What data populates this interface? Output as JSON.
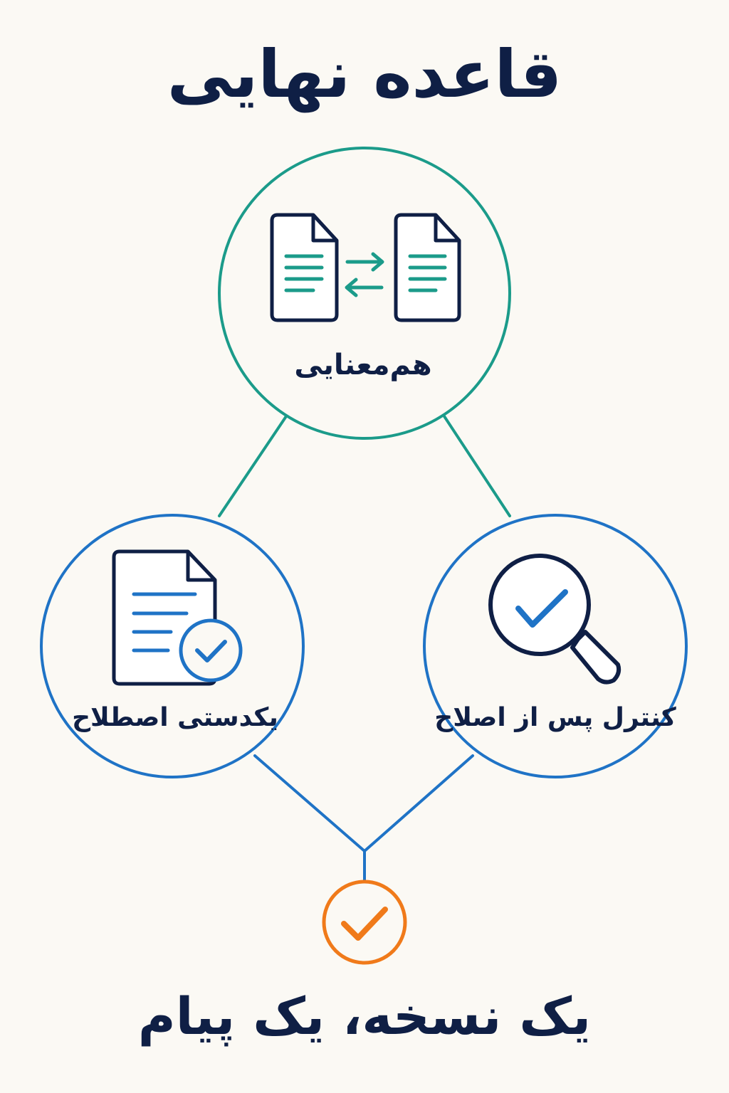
{
  "title": "قاعده نهایی",
  "nodes": {
    "top": {
      "label": "هم‌معنایی",
      "icon": "document-swap-icon",
      "color": "#1b9b8a"
    },
    "left": {
      "label": "یکدستی اصطلاح",
      "icon": "document-check-icon",
      "color": "#1f73c6"
    },
    "right": {
      "label": "کنترل پس از اصلاح",
      "icon": "magnifier-check-icon",
      "color": "#1f73c6"
    }
  },
  "result": {
    "icon": "check-circle-icon",
    "color": "#f07a1a"
  },
  "footer": "یک نسخه، یک پیام",
  "colors": {
    "background": "#fbf9f4",
    "ink": "#0f1f45",
    "teal": "#1b9b8a",
    "blue": "#1f73c6",
    "orange": "#f07a1a"
  }
}
